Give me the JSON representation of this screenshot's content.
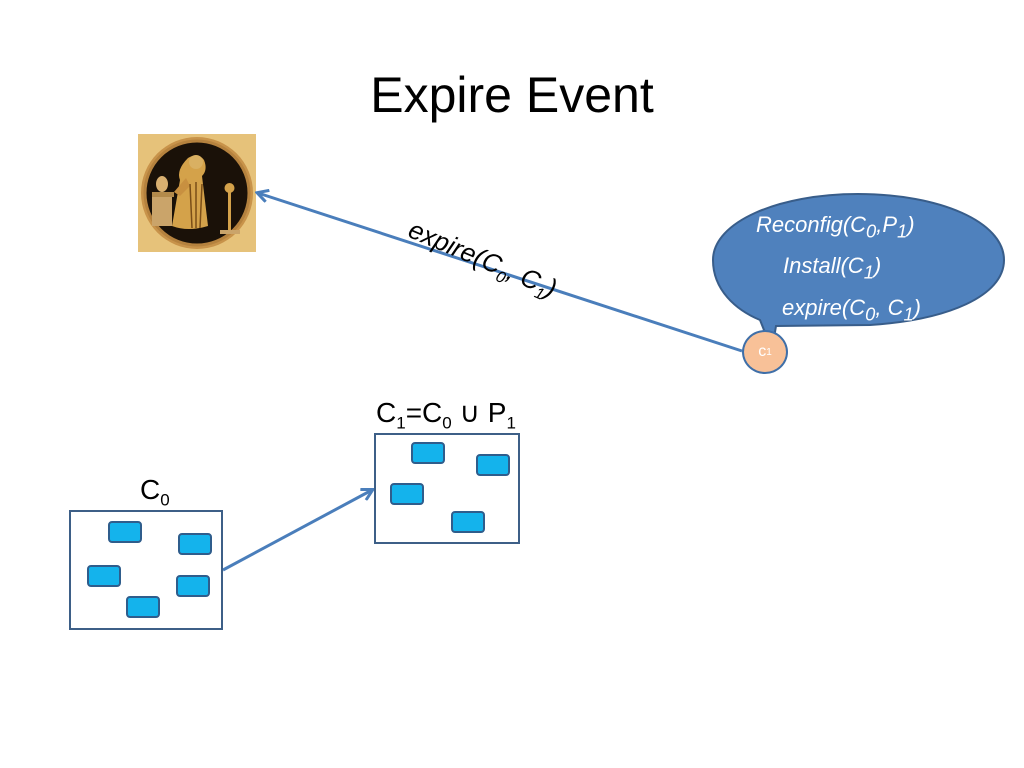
{
  "slide": {
    "title": "Expire Event"
  },
  "arrow_label": {
    "prefix": "expire(C",
    "sub0": "0",
    "mid": ", C",
    "sub1": "1",
    "suffix": ")"
  },
  "bubble": {
    "line1": {
      "prefix": "Reconfig(C",
      "sub0": "0",
      "mid": ",P",
      "sub1": "1",
      "suffix": ")"
    },
    "line2": {
      "prefix": "Install(C",
      "sub1": "1",
      "suffix": ")"
    },
    "line3": {
      "prefix": "expire(C",
      "sub0": "0",
      "mid": ", C",
      "sub1": "1",
      "suffix": ")"
    },
    "fill_color": "#4f81bd"
  },
  "node": {
    "label": "c",
    "sub": "1",
    "fill_color": "#f8c198"
  },
  "config_old": {
    "label": "C",
    "sub": "0"
  },
  "config_new": {
    "label_a": "C",
    "sub_a": "1",
    "label_b": "=C",
    "sub_b": "0",
    "union": " ∪ P",
    "sub_c": "1"
  },
  "colors": {
    "arrow": "#4a7ebb",
    "member_fill": "#14b3ec",
    "box_border": "#3d5f87"
  },
  "icons": {
    "medallion": "greek-vase-medallion-image"
  }
}
